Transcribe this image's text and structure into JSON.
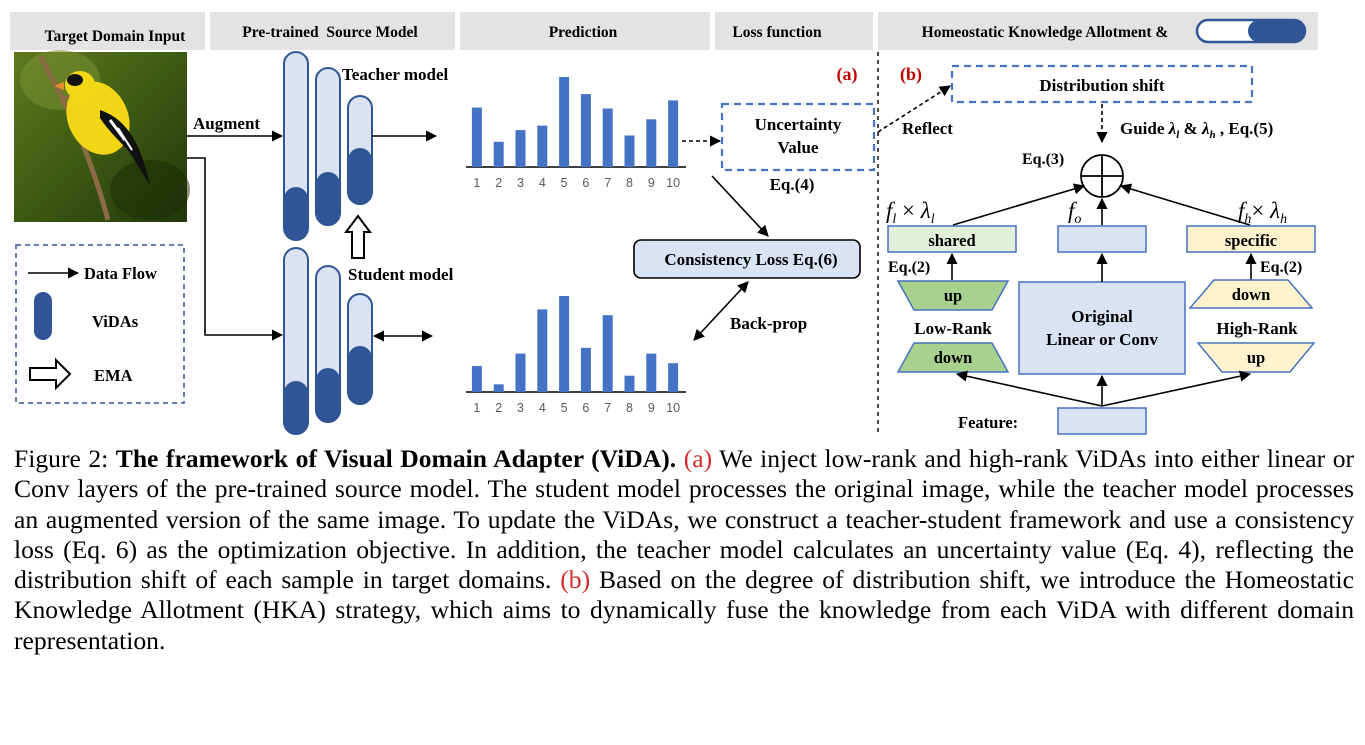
{
  "headers": {
    "target_input": "Target Domain Input",
    "source_model": "Pre-trained  Source Model",
    "prediction": "Prediction",
    "loss_function": "Loss function",
    "hka": "Homeostatic Knowledge Allotment &"
  },
  "panel_a": {
    "label": "(a)",
    "augment": "Augment",
    "teacher_model": "Teacher model",
    "student_model": "Student model",
    "uncertainty_line1": "Uncertainty",
    "uncertainty_line2": "Value",
    "eq4": "Eq.(4)",
    "consistency_loss": "Consistency Loss Eq.(6)",
    "back_prop": "Back-prop",
    "legend": {
      "data_flow": "Data Flow",
      "vidas": "ViDAs",
      "ema": "EMA"
    }
  },
  "panel_b": {
    "label": "(b)",
    "distribution_shift": "Distribution shift",
    "reflect": "Reflect",
    "guide": "Guide",
    "guide_tail": ", Eq.(5)",
    "eq3": "Eq.(3)",
    "eq2": "Eq.(2)",
    "shared": "shared",
    "specific": "specific",
    "up": "up",
    "down": "down",
    "low_rank": "Low-Rank",
    "high_rank": "High-Rank",
    "original_line1": "Original",
    "original_line2": "Linear or Conv",
    "feature": "Feature:"
  },
  "chart_data": [
    {
      "type": "bar",
      "name": "teacher prediction",
      "categories": [
        "1",
        "2",
        "3",
        "4",
        "5",
        "6",
        "7",
        "8",
        "9",
        "10"
      ],
      "values": [
        0.66,
        0.28,
        0.41,
        0.46,
        1.0,
        0.81,
        0.65,
        0.35,
        0.53,
        0.74
      ],
      "color": "#4472c4"
    },
    {
      "type": "bar",
      "name": "student prediction",
      "categories": [
        "1",
        "2",
        "3",
        "4",
        "5",
        "6",
        "7",
        "8",
        "9",
        "10"
      ],
      "values": [
        0.27,
        0.08,
        0.4,
        0.86,
        1.0,
        0.46,
        0.8,
        0.17,
        0.4,
        0.3
      ],
      "color": "#4472c4"
    }
  ],
  "colors": {
    "header_bg": "#e3e3e3",
    "vida_fill": "#2f5597",
    "model_fill": "#dae3f3",
    "model_stroke": "#2f5597",
    "bar": "#4472c4",
    "dashed_blue": "#4472c4",
    "shared_fill": "#e2efd9",
    "specific_fill": "#fff2cc",
    "low_rank_fill": "#a9d18e",
    "high_rank_fill": "#ffe699",
    "red_label": "#c00000",
    "caption_red": "#d42a2a"
  },
  "caption": {
    "figure_label": "Figure 2: ",
    "title": "The framework of Visual Domain Adapter (ViDA).",
    "a_label": "(a)",
    "text_a": "We inject low-rank and high-rank ViDAs into either linear or Conv layers of the pre-trained source model. The student model processes the original image, while the teacher model processes an augmented version of the same image. To update the ViDAs, we construct a teacher-student framework and use a consistency loss (Eq. 6) as the optimization objective. In addition, the teacher model calculates an uncertainty value (Eq. 4), reflecting the distribution shift of each sample in target domains.",
    "b_label": "(b)",
    "text_b": "Based on the degree of distribution shift, we introduce the Homeostatic Knowledge Allotment (HKA) strategy, which aims to dynamically fuse the knowledge from each ViDA with different domain representation."
  }
}
